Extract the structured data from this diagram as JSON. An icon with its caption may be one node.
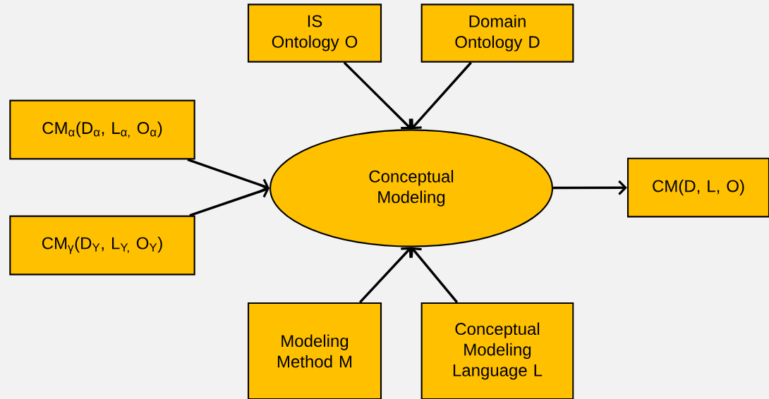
{
  "diagram": {
    "nodes": [
      {
        "text": [
          "IS Ontology O"
        ]
      },
      {
        "text": [
          "Domain Ontology D"
        ]
      },
      {
        "text": [
          "CM$_{α}$(D$_{α}$, L$_{α,}$ O$_{α}$)"
        ]
      },
      {
        "text": [
          "Conceptual Modeling"
        ]
      },
      {
        "text": [
          "CM(D, L, O)"
        ]
      },
      {
        "text": [
          "CM$_{γ}$(D$_{Y}$, L$_{Y,}$ O$_{Y}$)"
        ]
      },
      {
        "text": [
          "Modeling Method M"
        ]
      },
      {
        "text": [
          "Conceptual Modeling Language L"
        ]
      }
    ],
    "edges": [
      {
        "from": 0,
        "to": 3,
        "arrow": "to"
      },
      {
        "from": 1,
        "to": 3,
        "arrow": "to"
      },
      {
        "from": 2,
        "to": 3,
        "arrow": "to"
      },
      {
        "from": 5,
        "to": 3,
        "arrow": "to"
      },
      {
        "from": 6,
        "to": 3,
        "arrow": "to"
      },
      {
        "from": 7,
        "to": 3,
        "arrow": "to"
      },
      {
        "from": 3,
        "to": 4,
        "arrow": "to"
      }
    ]
  }
}
